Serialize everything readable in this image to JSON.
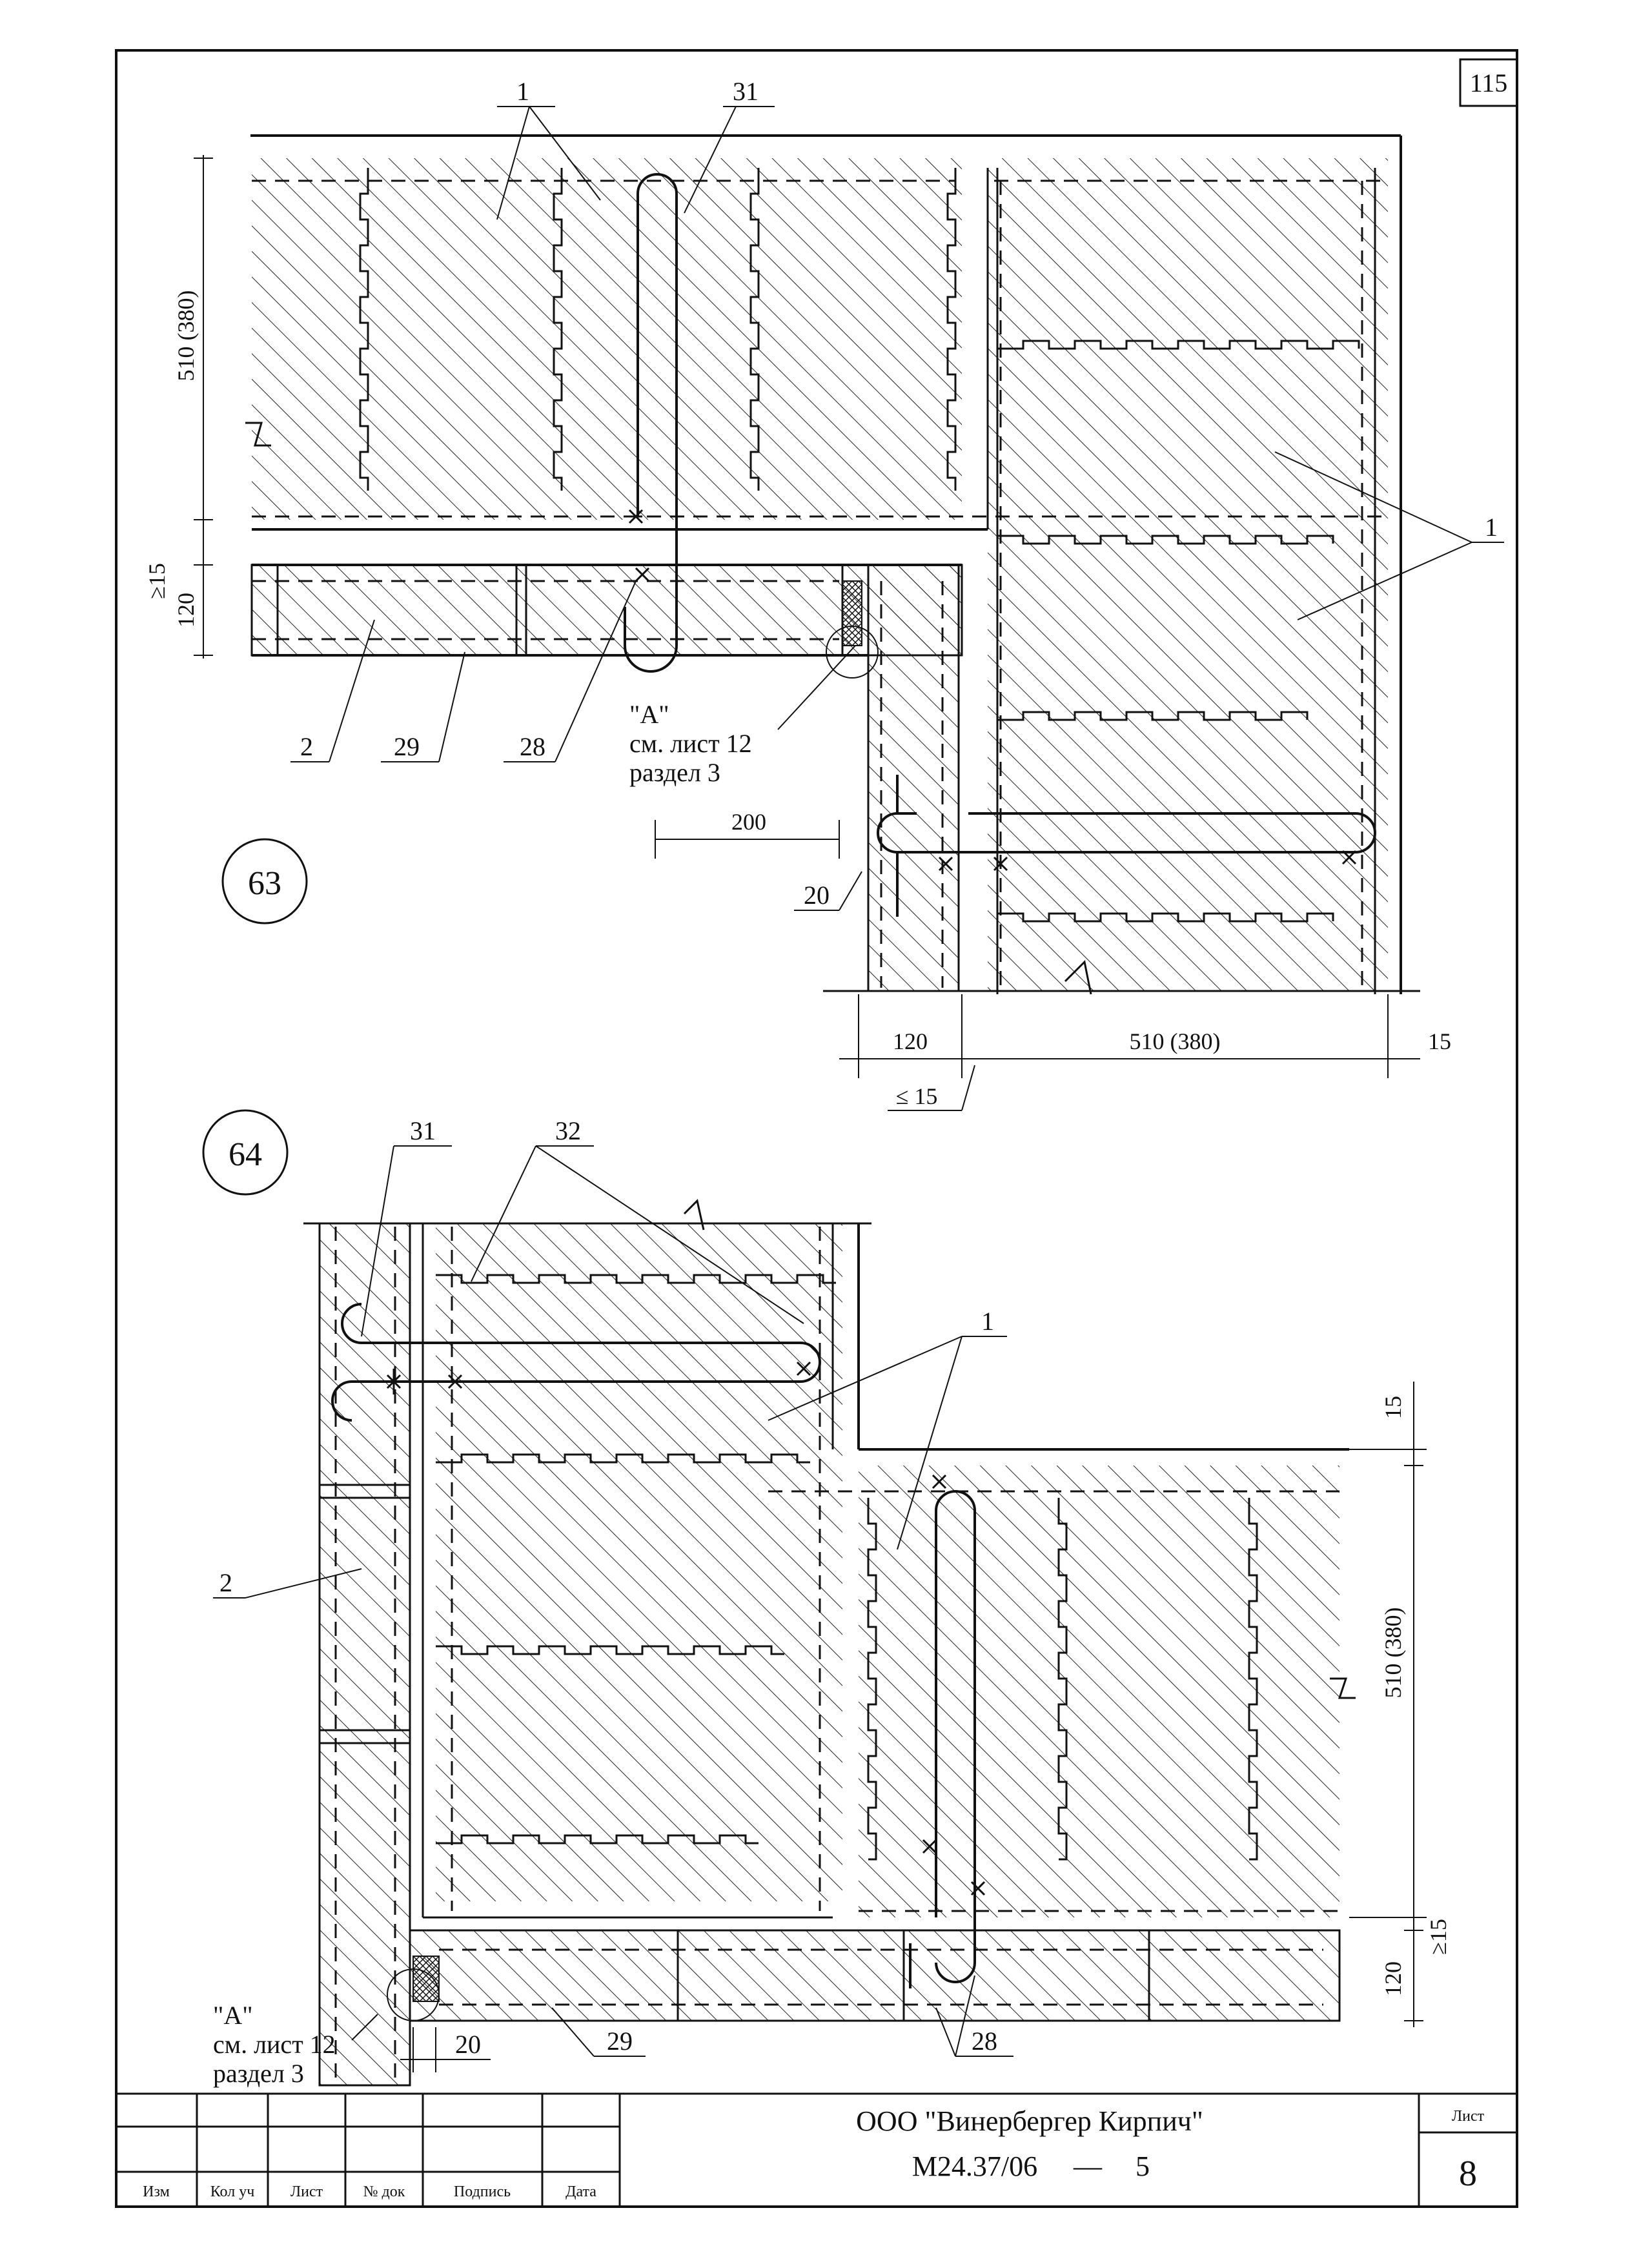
{
  "sheet_number_top": "115",
  "detail_63": {
    "circle": "63",
    "labels": {
      "l1_top": "1",
      "l31_top": "31",
      "l1_right": "1",
      "l2": "2",
      "l29": "29",
      "l28": "28",
      "l20": "20"
    },
    "callout_a": {
      "mark": "\"A\"",
      "line1": "см. лист 12",
      "line2": "раздел 3"
    },
    "dims": {
      "wall_height": "510 (380)",
      "ge15": "≥15",
      "d120_left": "120",
      "d200": "200",
      "d120_bottom": "120",
      "d510_bottom": "510 (380)",
      "d15_right": "15",
      "le15": "≤ 15"
    }
  },
  "detail_64": {
    "circle": "64",
    "labels": {
      "l31": "31",
      "l32": "32",
      "l1": "1",
      "l2": "2",
      "l29": "29",
      "l28": "28",
      "l20": "20"
    },
    "callout_a": {
      "mark": "\"A\"",
      "line1": "см. лист 12",
      "line2": "раздел 3"
    },
    "dims": {
      "d15_top": "15",
      "d510_right": "510 (380)",
      "ge15": "≥15",
      "d120_right": "120"
    }
  },
  "title_block": {
    "columns": [
      "Изм",
      "Кол уч",
      "Лист",
      "№ док",
      "Подпись",
      "Дата"
    ],
    "org": "ООО \"Винербергер Кирпич\"",
    "code": "М24.37/06",
    "dash": "—",
    "part": "5",
    "sheet_label": "Лист",
    "sheet_number": "8"
  }
}
